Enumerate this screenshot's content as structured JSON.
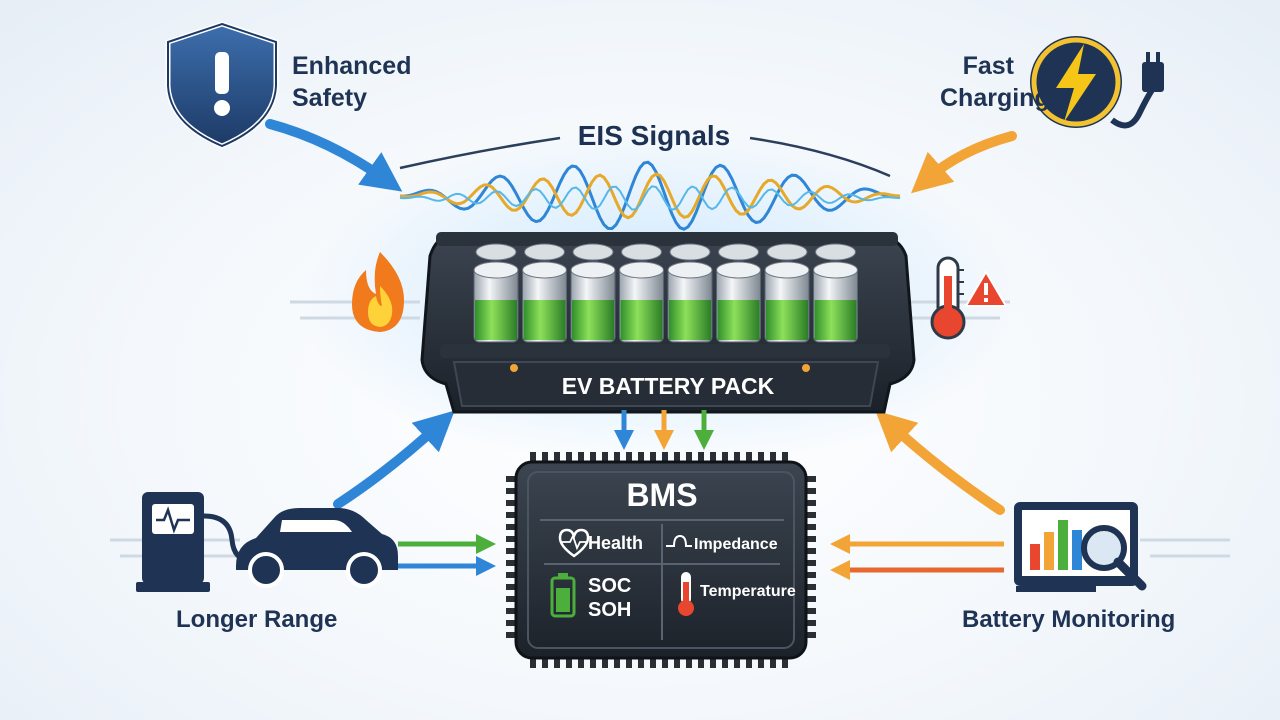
{
  "title": "EIS Signals",
  "features": {
    "safety": [
      "Enhanced",
      "Safety"
    ],
    "charging": [
      "Fast",
      "Charging"
    ],
    "range": "Longer Range",
    "monitoring": "Battery Monitoring"
  },
  "battery_pack": {
    "label": "EV BATTERY PACK"
  },
  "bms": {
    "title": "BMS",
    "cells": {
      "health": "Health",
      "impedance": "Impedance",
      "soc": "SOC",
      "soh": "SOH",
      "temperature": "Temperature"
    }
  },
  "colors": {
    "navy": "#1f3454",
    "blue": "#2f86d6",
    "orange": "#f2a536",
    "green": "#4caf3c",
    "red": "#e8462e"
  },
  "icons": [
    "shield-warning-icon",
    "lightning-plug-icon",
    "fire-icon",
    "thermometer-warning-icon",
    "ev-charging-car-icon",
    "monitor-chart-icon",
    "heart-pulse-icon",
    "impedance-icon",
    "battery-icon",
    "thermometer-icon"
  ]
}
